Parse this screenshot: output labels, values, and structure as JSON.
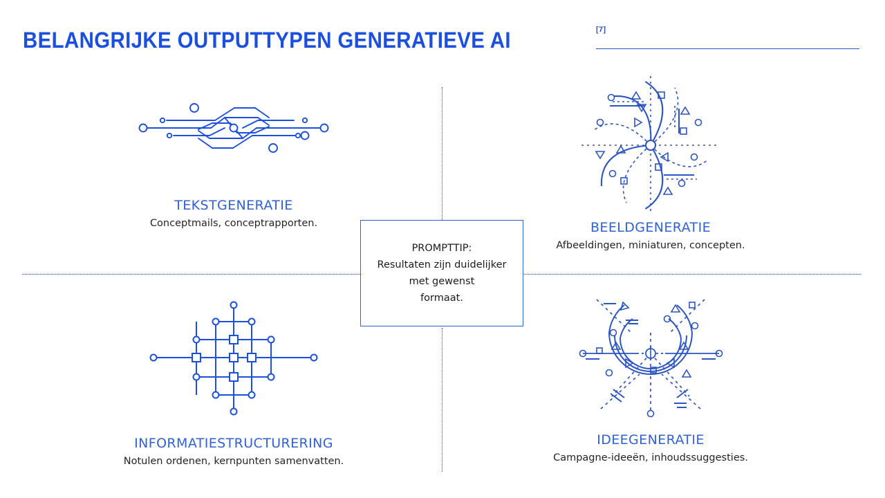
{
  "header": {
    "title": "BELANGRIJKE OUTPUTTYPEN GENERATIEVE AI",
    "footnote_marker": "[7]"
  },
  "colors": {
    "title_blue": "#1a4fe0",
    "heading_blue": "#2f62d6",
    "line_blue": "#27408b",
    "body_text": "#242424",
    "background": "#ffffff"
  },
  "quadrants": [
    {
      "id": "tekstgeneratie",
      "icon": "circuit-lines-icon",
      "heading": "TEKSTGENERATIE",
      "subtitle": "Conceptmails, conceptrapporten."
    },
    {
      "id": "beeldgeneratie",
      "icon": "pinwheel-spiral-icon",
      "heading": "BEELDGENERATIE",
      "subtitle": "Afbeeldingen, miniaturen, concepten."
    },
    {
      "id": "informatiestructurering",
      "icon": "grid-lattice-icon",
      "heading": "INFORMATIESTRUCTURERING",
      "subtitle": "Notulen ordenen, kernpunten samenvatten."
    },
    {
      "id": "ideegeneratie",
      "icon": "radiating-arcs-icon",
      "heading": "IDEEGENERATIE",
      "subtitle": "Campagne-ideeën, inhoudssuggesties."
    }
  ],
  "tip_box": {
    "text": "PROMPTTIP:\nResultaten zijn duidelijker\nmet gewenst\nformaat."
  }
}
